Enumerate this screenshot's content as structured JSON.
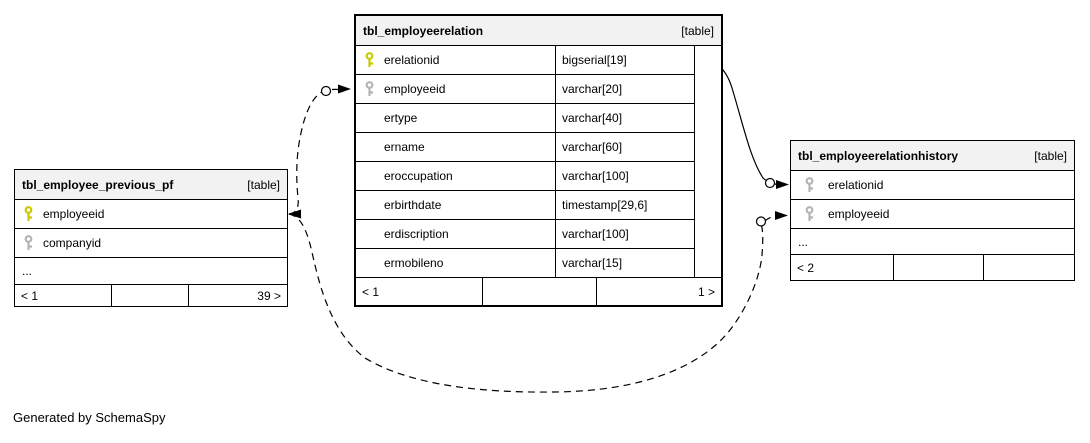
{
  "caption": "Generated by SchemaSpy",
  "colors": {
    "background": "#ffffff",
    "table_header_bg": "#f2f2f2",
    "border": "#000000",
    "primary_key_icon": "#c9c900",
    "foreign_key_icon": "#b4b4b4",
    "edge": "#000000"
  },
  "icons": {
    "primary_key": "yellow-key-icon",
    "foreign_key": "gray-key-icon"
  },
  "tables": {
    "previous_pf": {
      "name": "tbl_employee_previous_pf",
      "badge": "[table]",
      "columns": [
        {
          "name": "employeeid",
          "key": "primary"
        },
        {
          "name": "companyid",
          "key": "foreign"
        },
        {
          "name": "...",
          "key": "none"
        }
      ],
      "footer": {
        "left": "< 1",
        "middle": "",
        "right": "39 >"
      }
    },
    "relation": {
      "name": "tbl_employeerelation",
      "badge": "[table]",
      "columns": [
        {
          "name": "erelationid",
          "key": "primary",
          "type": "bigserial[19]"
        },
        {
          "name": "employeeid",
          "key": "foreign",
          "type": "varchar[20]"
        },
        {
          "name": "ertype",
          "key": "none",
          "type": "varchar[40]"
        },
        {
          "name": "ername",
          "key": "none",
          "type": "varchar[60]"
        },
        {
          "name": "eroccupation",
          "key": "none",
          "type": "varchar[100]"
        },
        {
          "name": "erbirthdate",
          "key": "none",
          "type": "timestamp[29,6]"
        },
        {
          "name": "erdiscription",
          "key": "none",
          "type": "varchar[100]"
        },
        {
          "name": "ermobileno",
          "key": "none",
          "type": "varchar[15]"
        }
      ],
      "footer": {
        "left": "< 1",
        "middle": "",
        "right": "1 >"
      }
    },
    "history": {
      "name": "tbl_employeerelationhistory",
      "badge": "[table]",
      "columns": [
        {
          "name": "erelationid",
          "key": "foreign"
        },
        {
          "name": "employeeid",
          "key": "foreign"
        },
        {
          "name": "...",
          "key": "none"
        }
      ],
      "footer": {
        "left": "< 2",
        "middle": "",
        "right": ""
      }
    }
  },
  "relationships": [
    {
      "from": "tbl_employeerelationhistory.erelationid",
      "to": "tbl_employeerelation.erelationid",
      "style": "solid"
    },
    {
      "from": "tbl_employeerelation.employeeid",
      "to": "tbl_employee_previous_pf.employeeid",
      "style": "dashed"
    },
    {
      "from": "tbl_employeerelationhistory.employeeid",
      "to": "tbl_employee_previous_pf.employeeid",
      "style": "dashed"
    }
  ]
}
